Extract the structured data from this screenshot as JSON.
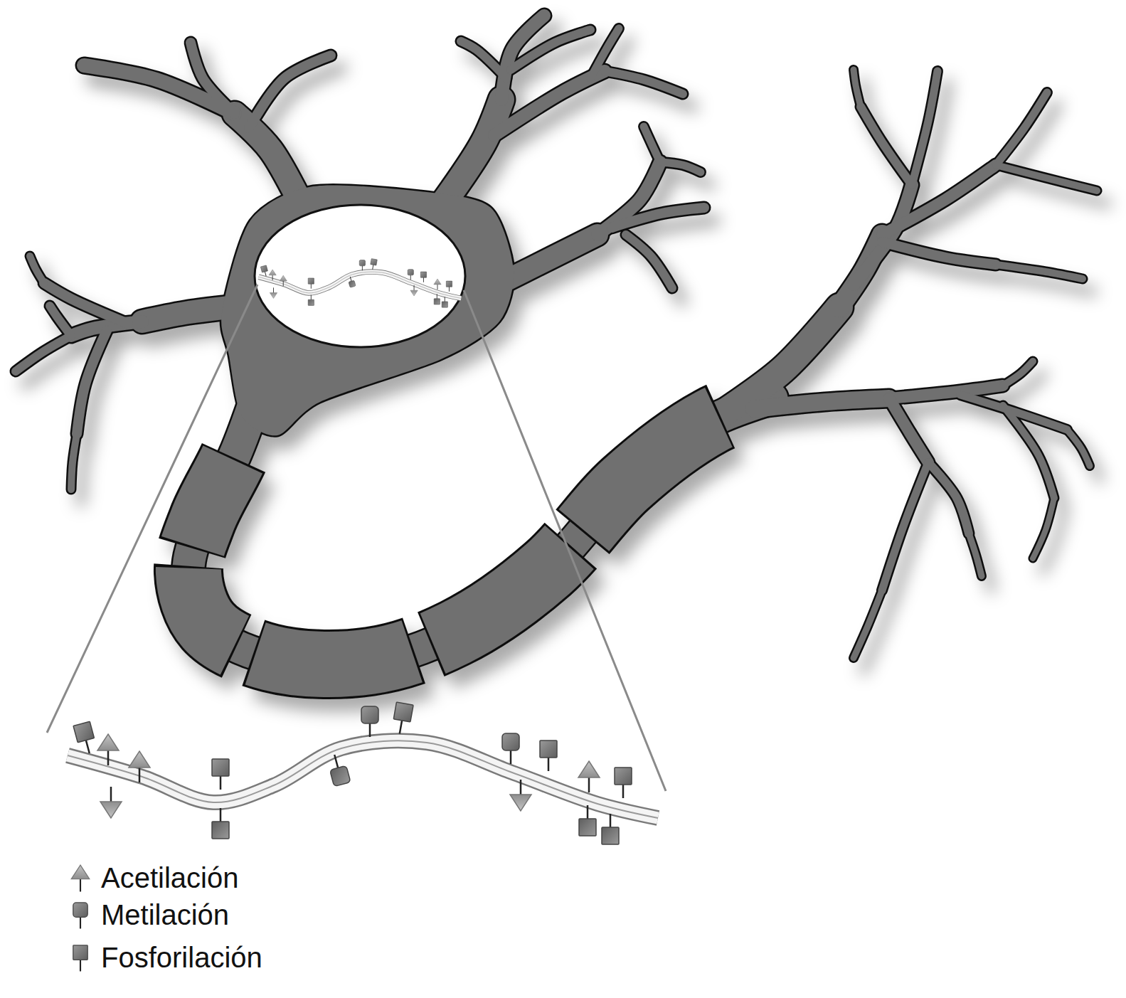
{
  "diagram": {
    "legend": [
      {
        "text": "Acetilación"
      },
      {
        "text": "Metilación"
      },
      {
        "text": "Fosforilación"
      }
    ]
  }
}
